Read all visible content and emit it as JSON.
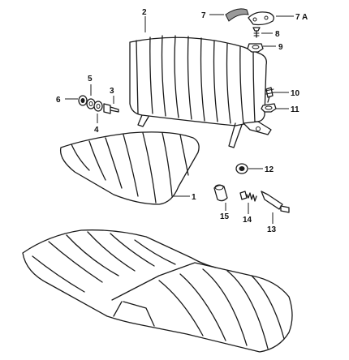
{
  "callouts": [
    {
      "id": "c1",
      "text": "1"
    },
    {
      "id": "c2",
      "text": "2"
    },
    {
      "id": "c3",
      "text": "3"
    },
    {
      "id": "c4",
      "text": "4"
    },
    {
      "id": "c5",
      "text": "5"
    },
    {
      "id": "c6",
      "text": "6"
    },
    {
      "id": "c7",
      "text": "7"
    },
    {
      "id": "c7a",
      "text": "7 A"
    },
    {
      "id": "c8",
      "text": "8"
    },
    {
      "id": "c9",
      "text": "9"
    },
    {
      "id": "c10",
      "text": "10"
    },
    {
      "id": "c11",
      "text": "11"
    },
    {
      "id": "c12",
      "text": "12"
    },
    {
      "id": "c13",
      "text": "13"
    },
    {
      "id": "c14",
      "text": "14"
    },
    {
      "id": "c15",
      "text": "15"
    }
  ]
}
